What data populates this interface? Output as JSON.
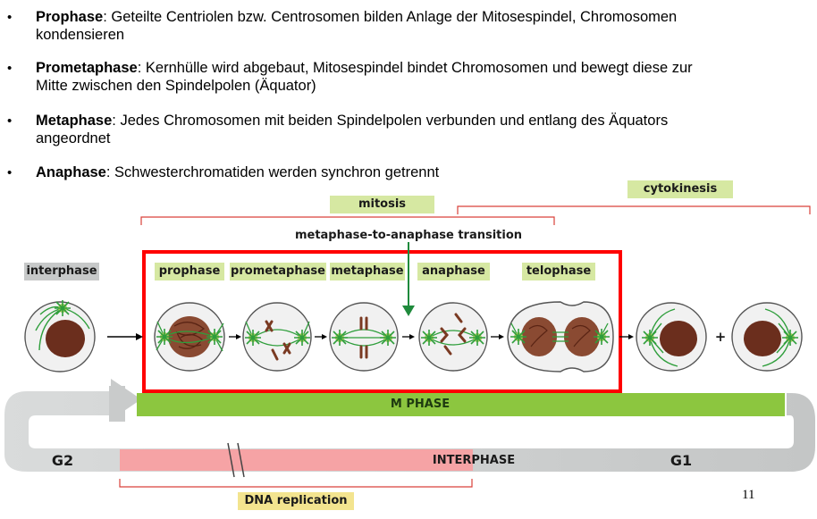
{
  "bullets": [
    {
      "marker": "•",
      "term": "Prophase",
      "rest": ": Geteilte Centriolen bzw. Centrosomen bilden Anlage der Mitosespindel, Chromosomen",
      "rest2": "kondensieren"
    },
    {
      "marker": "•",
      "term": "Prometaphase",
      "rest": ": Kernhülle wird abgebaut, Mitosespindel bindet Chromosomen und bewegt diese zur",
      "rest2": "Mitte zwischen den Spindelpolen (Äquator)"
    },
    {
      "marker": "•",
      "term": "Metaphase",
      "rest": ": Jedes Chromosomen mit beiden Spindelpolen verbunden und entlang des Äquators",
      "rest2": "angeordnet"
    },
    {
      "marker": "•",
      "term": "Anaphase",
      "rest": ": Schwesterchromatiden werden synchron getrennt",
      "rest2": ""
    }
  ],
  "figure": {
    "mitosis_label": "mitosis",
    "cytokinesis_label": "cytokinesis",
    "transition_label": "metaphase-to-anaphase transition",
    "interphase_label": "interphase",
    "stages": [
      "prophase",
      "prometaphase",
      "metaphase",
      "anaphase",
      "telophase"
    ],
    "plus_sign": "+",
    "m_phase_label": "M  PHASE",
    "g2_label": "G2",
    "g1_label": "G1",
    "interphase_bar_label": "INTERPHASE",
    "dna_replication_label": "DNA replication",
    "highlight_color": "#ff0000",
    "spindle_color": "#2e9e3b",
    "chromosome_color": "#7a3a22"
  },
  "page_number": "11"
}
